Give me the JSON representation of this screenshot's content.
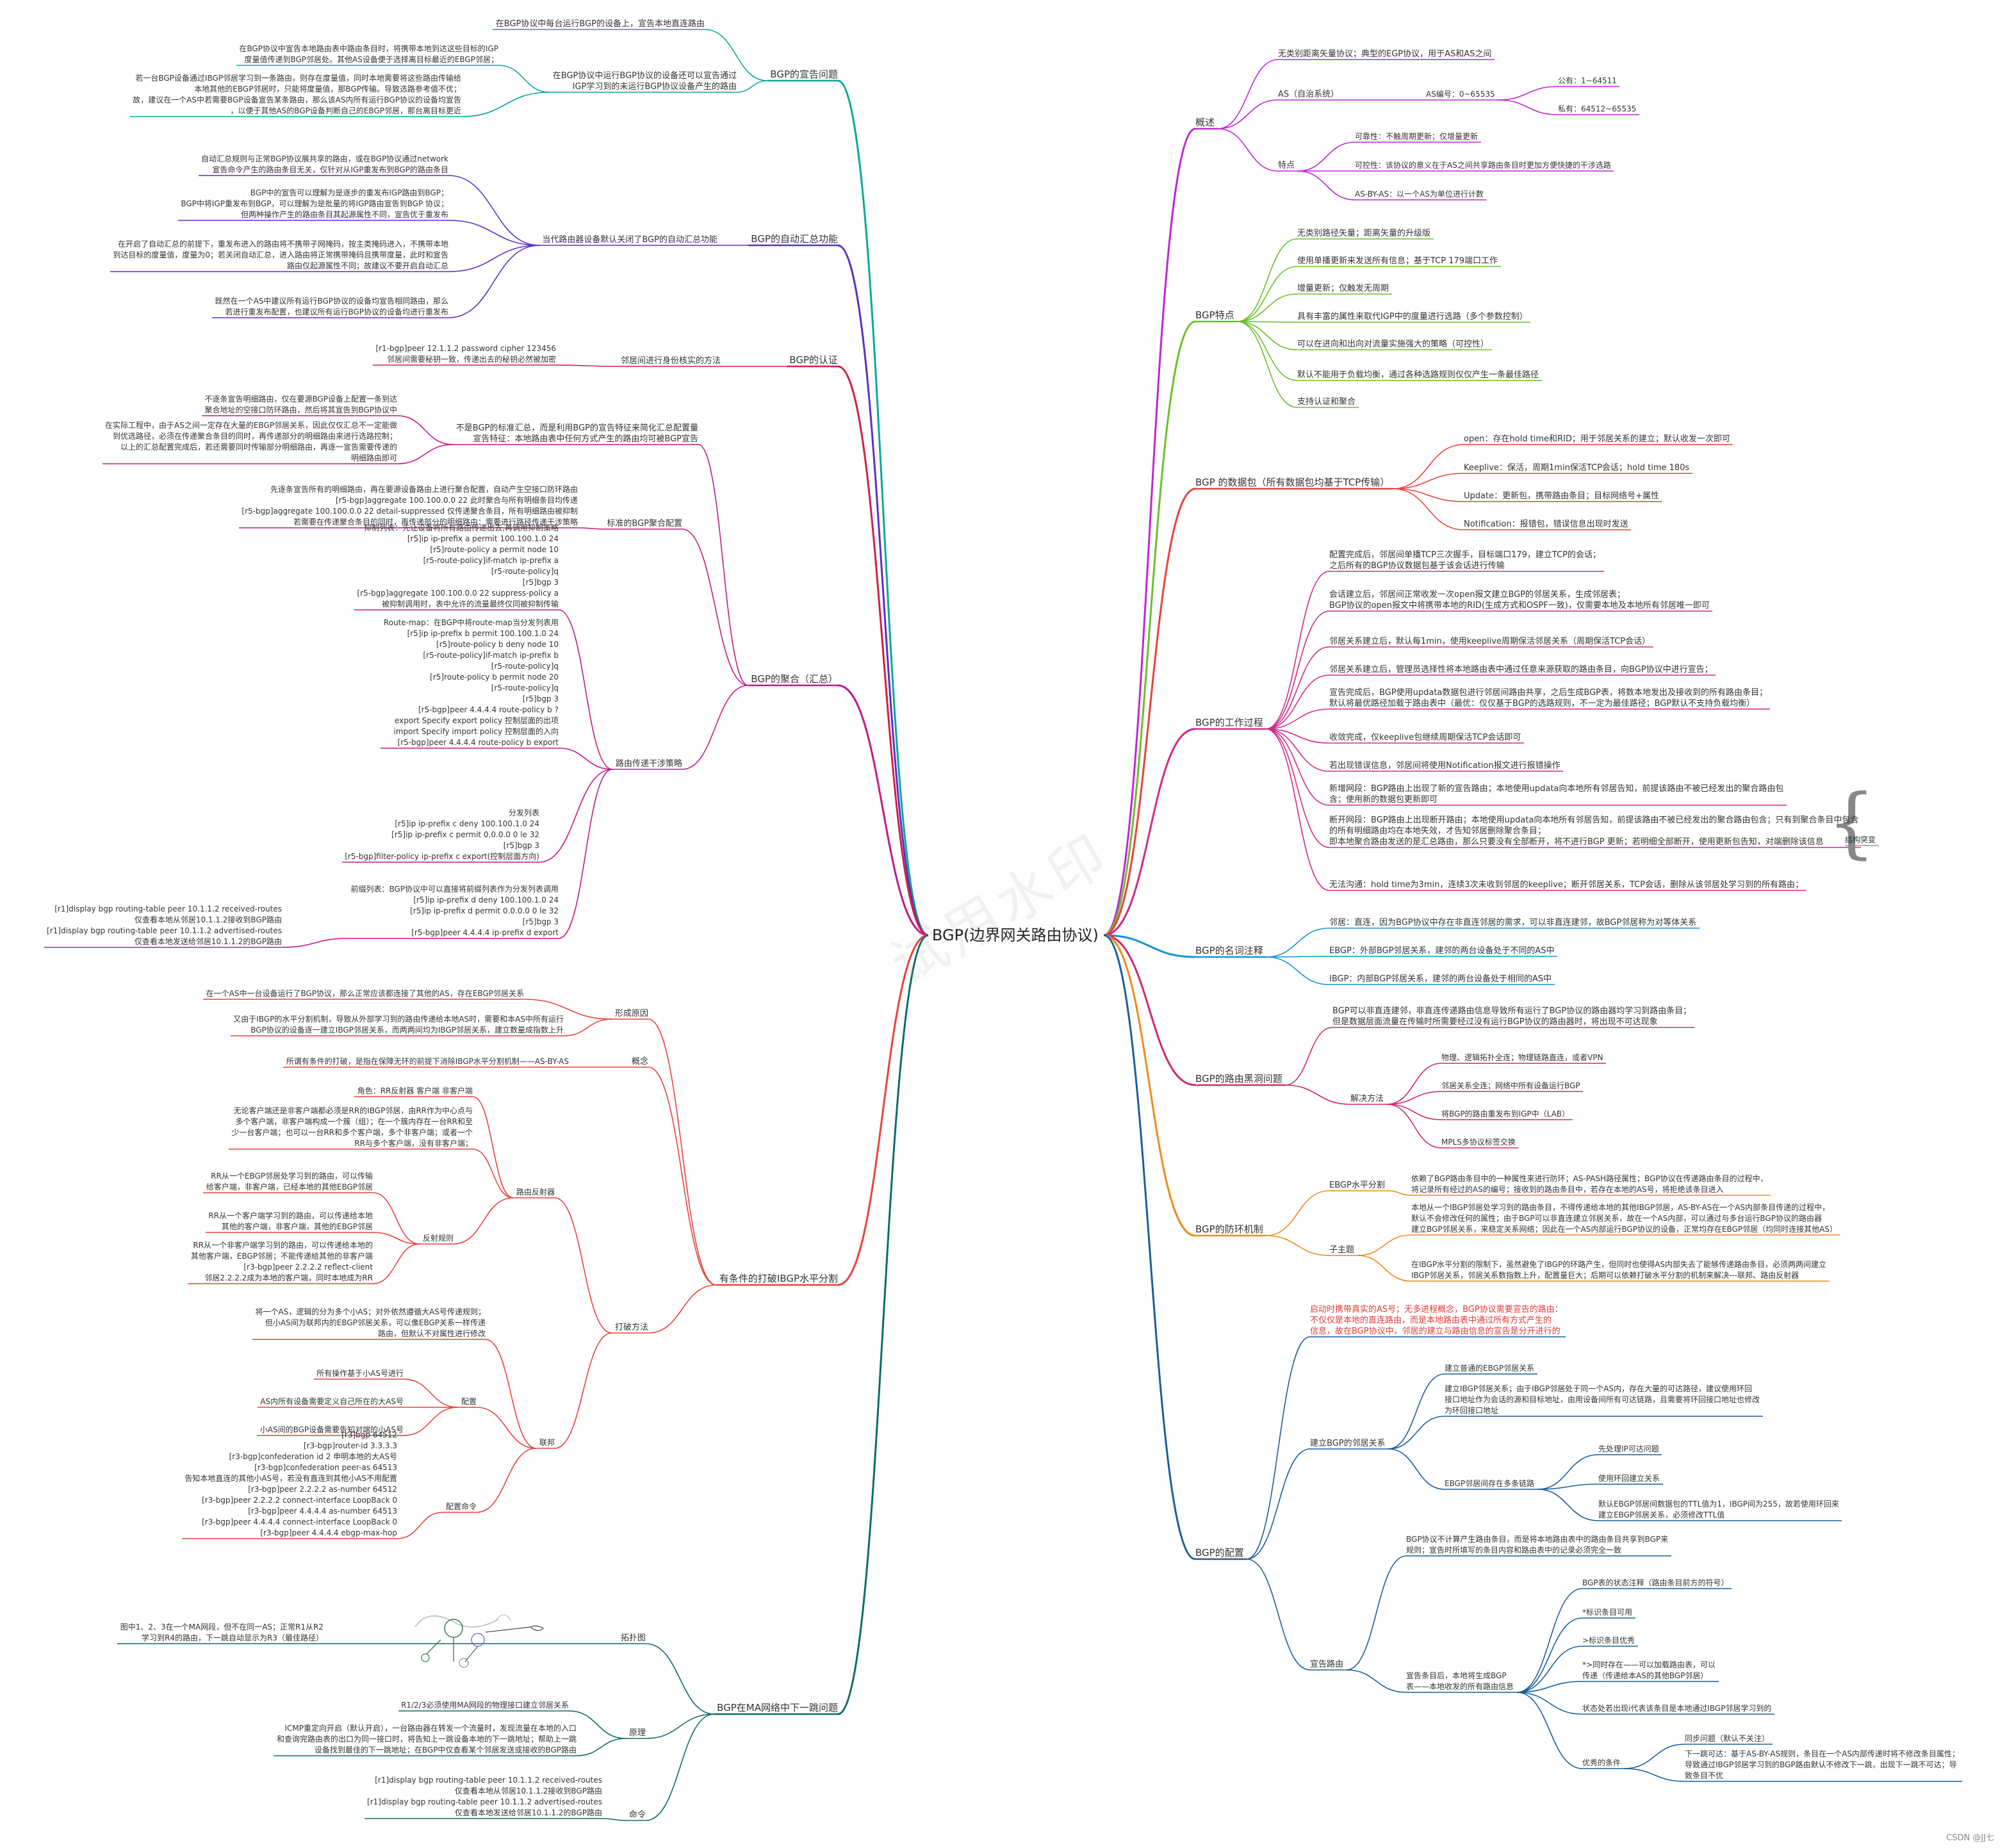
{
  "watermark": "试用水印",
  "footer": "CSDN @JJ七",
  "root": {
    "id": "root",
    "text": "BGP(边界网关路由协议)",
    "color": "#222222"
  },
  "branches": [
    {
      "id": "r1",
      "side": "right",
      "color": "#c026d3",
      "text": "概述",
      "children": [
        {
          "id": "r1a",
          "text": "无类别距离矢量协议；典型的EGP协议，用于AS和AS之间"
        },
        {
          "id": "r1b",
          "text": "AS（自治系统）",
          "children": [
            {
              "id": "r1b1",
              "text": "AS编号：0~65535",
              "children": [
                {
                  "id": "r1b1a",
                  "text": "公有：1~64511"
                },
                {
                  "id": "r1b1b",
                  "text": "私有：64512~65535"
                }
              ]
            }
          ]
        },
        {
          "id": "r1c",
          "text": "特点",
          "children": [
            {
              "id": "r1c1",
              "text": "可靠性：不触周期更新；仅增量更新"
            },
            {
              "id": "r1c2",
              "text": "可控性：该协议的意义在于AS之间共享路由条目时更加方便快捷的干涉选路"
            },
            {
              "id": "r1c3",
              "text": "AS-BY-AS：以一个AS为单位进行计数"
            }
          ]
        }
      ]
    },
    {
      "id": "r2",
      "side": "right",
      "color": "#6bbf2a",
      "text": "BGP特点",
      "children": [
        {
          "id": "r2a",
          "text": "无类别路径矢量；距离矢量的升级版"
        },
        {
          "id": "r2b",
          "text": "使用单播更新来发送所有信息；基于TCP   179端口工作"
        },
        {
          "id": "r2c",
          "text": "增量更新；仅触发无周期"
        },
        {
          "id": "r2d",
          "text": "具有丰富的属性来取代IGP中的度量进行选路（多个参数控制）"
        },
        {
          "id": "r2e",
          "text": "可以在进向和出向对流量实施强大的策略（可控性）"
        },
        {
          "id": "r2f",
          "text": "默认不能用于负载均衡，通过各种选路规则仅仅产生一条最佳路径"
        },
        {
          "id": "r2g",
          "text": "支持认证和聚合"
        }
      ]
    },
    {
      "id": "r3",
      "side": "right",
      "color": "#e8423c",
      "text": "BGP 的数据包（所有数据包均基于TCP传输）",
      "children": [
        {
          "id": "r3a",
          "text": "open：存在hold time和RID；用于邻居关系的建立；默认收发一次即可"
        },
        {
          "id": "r3b",
          "text": "Keeplive：保活，周期1min保活TCP会话；hold time 180s"
        },
        {
          "id": "r3c",
          "text": "Update：更新包，携带路由条目；目标网络号+属性"
        },
        {
          "id": "r3d",
          "text": "Notification：报错包，错误信息出现时发送"
        }
      ]
    },
    {
      "id": "r4",
      "side": "right",
      "color": "#d12a8b",
      "text": "BGP的工作过程",
      "children": [
        {
          "id": "r4a",
          "text": "配置完成后，邻居间单播TCP三次握手，目标端口179，建立TCP的会话；\n之后所有的BGP协议数据包基于该会话进行传输"
        },
        {
          "id": "r4b",
          "text": "会话建立后，邻居间正常收发一次open报文建立BGP的邻居关系，生成邻居表；\nBGP协议的open报文中将携带本地的RID(生成方式和OSPF一致)，仅需要本地及本地所有邻居唯一即可"
        },
        {
          "id": "r4c",
          "text": "邻居关系建立后，默认每1min，使用keeplive周期保活邻居关系（周期保活TCP会话）"
        },
        {
          "id": "r4d",
          "text": "邻居关系建立后，管理员选择性将本地路由表中通过任意来源获取的路由条目，向BGP协议中进行宣告；"
        },
        {
          "id": "r4e",
          "text": "宣告完成后，BGP使用updata数据包进行邻居间路由共享，之后生成BGP表，将数本地发出及接收到的所有路由条目；\n默认将最优路径加载于路由表中（最优：仅仅基于BGP的选路规则，不一定为最佳路径；BGP默认不支持负载均衡）"
        },
        {
          "id": "r4f",
          "text": "收敛完成，仅keeplive包继续周期保活TCP会话即可"
        },
        {
          "id": "r4g",
          "text": "若出现错误信息，邻居间将使用Notification报文进行报错操作"
        },
        {
          "id": "r4h",
          "text": "新增网段：BGP路由上出现了新的宣告路由；本地使用updata向本地所有邻居告知，前提该路由不被已经发出的聚合路由包含；使用新的数据包更新即可"
        },
        {
          "id": "r4i",
          "text": "断开网段：BGP路由上出现断开路由；本地使用updata向本地所有邻居告知，前提该路由不被已经发出的聚合路由包含；只有到聚合条目中包含的所有明细路由均在本地失效，才告知邻居删除聚合条目；\n即本地聚合路由发送的是汇总路由，那么只要没有全部断开，将不进行BGP 更新；若明细全部断开，使用更新包告知，对端删除该信息"
        },
        {
          "id": "r4j",
          "text": "无法沟通：hold time为3min，连续3次未收到邻居的keeplive；断开邻居关系，TCP会话，删除从该邻居处学习到的所有路由；"
        }
      ],
      "annotation": {
        "id": "r4k",
        "text": "结构突变"
      }
    },
    {
      "id": "r5",
      "side": "right",
      "color": "#1493d6",
      "text": "BGP的名词注释",
      "children": [
        {
          "id": "r5a",
          "text": "邻居：直连，因为BGP协议中存在非直连邻居的需求，可以非直连建邻，故BGP邻居称为对等体关系"
        },
        {
          "id": "r5b",
          "text": "EBGP：外部BGP邻居关系，建邻的两台设备处于不同的AS中"
        },
        {
          "id": "r5c",
          "text": "IBGP：内部BGP邻居关系，建邻的两台设备处于相同的AS中"
        }
      ]
    },
    {
      "id": "r6",
      "side": "right",
      "color": "#d12a6b",
      "text": "BGP的路由黑洞问题",
      "children": [
        {
          "id": "r6a",
          "text": "BGP可以非直连建邻，非直连传递路由信息导致所有运行了BGP协议的路由器均学习到路由条目；\n但是数据层面流量在传输时所需要经过没有运行BGP协议的路由器时，将出现不可达现象"
        },
        {
          "id": "r6b",
          "text": "解决方法",
          "children": [
            {
              "id": "r6b1",
              "text": "物理、逻辑拓扑全连；物理链路直连，或者VPN"
            },
            {
              "id": "r6b2",
              "text": "邻居关系全连；网络中所有设备运行BGP"
            },
            {
              "id": "r6b3",
              "text": "将BGP的路由重发布到IGP中（LAB）"
            },
            {
              "id": "r6b4",
              "text": "MPLS多协议标签交换"
            }
          ]
        }
      ]
    },
    {
      "id": "r7",
      "side": "right",
      "color": "#f08a1d",
      "text": "BGP的防环机制",
      "children": [
        {
          "id": "r7a",
          "text": "EBGP水平分割",
          "children": [
            {
              "id": "r7a1",
              "text": "依赖了BGP路由条目中的一种属性来进行防环；AS-PASH路径属性；BGP协议在传递路由条目的过程中，\n将记录所有经过的AS的编号；接收到的路由条目中，若存在本地的AS号，将拒绝该条目进入"
            }
          ]
        },
        {
          "id": "r7b",
          "text": "子主题",
          "children": [
            {
              "id": "r7b1",
              "text": "本地从一个IBGP邻居处学习到的路由条目，不得传递给本地的其他IBGP邻居，AS-BY-AS在一个AS内部条目传递的过程中，\n默认不会修改任何的属性；由于BGP可以非直连建立邻居关系，故在一个AS内部，可以通过与多台运行BGP协议的路由器\n建立BGP邻居关系，来稳定关系网络；因此在一个AS内部运行BGP协议的设备，正常均存在EBGP邻居（均同时连接其他AS）"
            },
            {
              "id": "r7b2",
              "text": "在IBGP水平分割的限制下，虽然避免了IBGP的环路产生，但同时也使得AS内部失去了能够传递路由条目，必须两两间建立\nIBGP邻居关系，邻居关系数指数上升，配置量巨大；后期可以依赖打破水平分割的机制来解决---联邦、路由反射器"
            }
          ]
        }
      ]
    },
    {
      "id": "r8",
      "side": "right",
      "color": "#1a5e9c",
      "text": "BGP的配置",
      "children": [
        {
          "id": "r8a",
          "red": true,
          "text": "启动时携带真实的AS号；无多进程概念，BGP协议需要宣告的路由：\n不仅仅是本地的直连路由，而是本地路由表中通过所有方式产生的\n信息，故在BGP协议中，邻居的建立与路由信息的宣告是分开进行的"
        },
        {
          "id": "r8b",
          "text": "建立BGP的邻居关系",
          "children": [
            {
              "id": "r8b1",
              "text": "建立普通的EBGP邻居关系"
            },
            {
              "id": "r8b2",
              "text": "建立IBGP邻居关系；由于IBGP邻居处于同一个AS内，存在大量的可达路径，建议使用环回\n接口地址作为会话的源和目标地址，由用设备间所有可达链路，且需要将环回接口地址也修改\n为环回接口地址"
            },
            {
              "id": "r8b3",
              "text": "EBGP邻居间存在多条链路",
              "children": [
                {
                  "id": "r8b3a",
                  "text": "先处理IP可达问题"
                },
                {
                  "id": "r8b3b",
                  "text": "使用环回建立关系"
                },
                {
                  "id": "r8b3c",
                  "text": "默认EBGP邻居间数据包的TTL值为1，IBGP间为255，故若使用环回来\n建立EBGP邻居关系，必须修改TTL值"
                }
              ]
            }
          ]
        },
        {
          "id": "r8c",
          "text": "宣告路由",
          "children": [
            {
              "id": "r8c1",
              "text": "BGP协议不计算产生路由条目，而是将本地路由表中的路由条目共享到BGP来\n规则；宣告时所填写的条目内容和路由表中的记录必须完全一致"
            },
            {
              "id": "r8c2",
              "text": "宣告条目后，本地将生成BGP\n表——本地收发的所有路由信息",
              "children": [
                {
                  "id": "r8c2a",
                  "text": "BGP表的状态注释（路由条目前方的符号）"
                },
                {
                  "id": "r8c2b",
                  "text": "*标识条目可用"
                },
                {
                  "id": "r8c2c",
                  "text": ">标识条目优秀"
                },
                {
                  "id": "r8c2d",
                  "text": "*>同时存在——可以加载路由表，可以\n传递（传递给本AS的其他BGP邻居）"
                },
                {
                  "id": "r8c2e",
                  "text": "状态处若出现i代表该条目是本地通过IBGP邻居学习到的"
                },
                {
                  "id": "r8c2f",
                  "text": "优秀的条件",
                  "children": [
                    {
                      "id": "r8c2f1",
                      "text": "同步问题（默认不关注）"
                    },
                    {
                      "id": "r8c2f2",
                      "text": "下一跳可达：基于AS-BY-AS规则，条目在一个AS内部传递时将不修改条目属性；\n导致通过IBGP邻居学习到的BGP路由默认不修改下一跳，出现下一跳不可达；导\n致条目不优"
                    }
                  ]
                }
              ]
            }
          ]
        }
      ]
    },
    {
      "id": "l1",
      "side": "left",
      "color": "#0aa89a",
      "text": "BGP的宣告问题",
      "children": [
        {
          "id": "l1a",
          "text": "在BGP协议中每台运行BGP的设备上，宣告本地直连路由"
        },
        {
          "id": "l1b",
          "text": "在BGP协议中运行BGP协议的设备还可以宣告通过\nIGP学习到的未运行BGP协议设备产生的路由",
          "children": [
            {
              "id": "l1b1",
              "text": "在BGP协议中宣告本地路由表中路由条目时，将携带本地到达这些目标的IGP\n度量值传递到BGP邻居处。其他AS设备便于选择离目标最近的EBGP邻居；"
            },
            {
              "id": "l1b2",
              "text": "若一台BGP设备通过IBGP邻居学习到一条路由，则存在度量值，同时本地需要将这些路由传输给\n本地其他的EBGP邻居时，只能将度量值，那BGP传输。导致选路参考值不优；\n故，建议在一个AS中若需要BGP设备宣告某条路由，那么该AS内所有运行BGP协议的设备均宣告\n，以便于其他AS的BGP设备判断自己的EBGP邻居，那台离目标更近"
            }
          ]
        }
      ]
    },
    {
      "id": "l2",
      "side": "left",
      "color": "#5b2fc9",
      "text": "BGP的自动汇总功能",
      "children": [
        {
          "id": "l2a",
          "text": "当代路由器设备默认关闭了BGP的自动汇总功能",
          "children": [
            {
              "id": "l2a1",
              "text": "自动汇总规则与正常BGP协议展共享的路由，或在BGP协议通过network\n宣告命令产生的路由条目无关，仅针对从IGP重发布到BGP的路由条目"
            },
            {
              "id": "l2a2",
              "text": "BGP中的宣告可以理解为是逐步的重发布IGP路由到BGP；\nBGP中将IGP重发布到BGP，可以理解为是批量的将IGP路由宣告到BGP 协议；\n但两种操作产生的路由条目其起源属性不同，宣告优于重发布"
            },
            {
              "id": "l2a3",
              "text": "在开启了自动汇总的前提下，重发布进入的路由将不携带子网掩码，按主类掩码进入，不携带本地\n到达目标的度量值，度量为0；若关闭自动汇总，进入路由将正常携带掩码且携带度量，此时和宣告\n路由仅起源属性不同；故建议不要开启自动汇总"
            },
            {
              "id": "l2a4",
              "text": "既然在一个AS中建议所有运行BGP协议的设备均宣告相同路由，那么\n若进行重发布配置，也建议所有运行BGP协议的设备均进行重发布"
            }
          ]
        }
      ]
    },
    {
      "id": "l3",
      "side": "left",
      "color": "#d11e4a",
      "text": "BGP的认证",
      "children": [
        {
          "id": "l3a",
          "text": "邻居间进行身份核实的方法",
          "children": [
            {
              "id": "l3a1",
              "text": "[r1-bgp]peer  12.1.1.2 password cipher 123456\n邻居间需要秘钥一致，传递出去的秘钥必然被加密"
            }
          ]
        }
      ]
    },
    {
      "id": "l4",
      "side": "left",
      "color": "#c2188a",
      "text": "BGP的聚合（汇总）",
      "children": [
        {
          "id": "l4a",
          "text": "不是BGP的标准汇总，而是利用BGP的宣告特征来简化汇总配置量\n宣告特征：本地路由表中任何方式产生的路由均可被BGP宣告",
          "children": [
            {
              "id": "l4a1",
              "text": "不逐条宣告明细路由，仅在要源BGP设备上配置一条到达\n聚合地址的空接口防环路由，然后将其宣告到BGP协议中"
            },
            {
              "id": "l4a2",
              "text": "在实际工程中，由于AS之间一定存在大量的EBGP邻居关系，因此仅仅汇总不一定能做\n到优选路径，必须在传递聚合条目的同时，再传递部分的明细路由来进行选路控制；\n以上的汇总配置完成后，若还需要同时传输部分明细路由，再逐一宣告需要传递的\n明细路由即可"
            }
          ]
        },
        {
          "id": "l4b",
          "text": "标准的BGP聚合配置",
          "children": [
            {
              "id": "l4b1",
              "text": "先逐条宣告所有的明细路由，再在要源设备路由上进行聚合配置，自动产生空接口防环路由\n[r5-bgp]aggregate 100.100.0.0 22   此时聚合与所有明细条目均传递\n[r5-bgp]aggregate 100.100.0.0 22 detail-suppressed 仅传递聚合条目，所有明细路由被抑制\n若需要在传递聚合条目的同时，再传递部分的明细路由：需要进行路径传递干涉策略"
            }
          ]
        },
        {
          "id": "l4c",
          "text": "路由传递干涉策略",
          "children": [
            {
              "id": "l4c1",
              "text": "抑制列表：先让设备将所有路由传递出去,再调用抑制策略\n[r5]ip ip-prefix a permit 100.100.1.0 24\n[r5]route-policy a permit node 10\n[r5-route-policy]if-match ip-prefix a\n[r5-route-policy]q\n[r5]bgp 3\n[r5-bgp]aggregate 100.100.0.0 22 suppress-policy a\n被抑制调用时，表中允许的流量最终仅同被抑制传输"
            },
            {
              "id": "l4c2",
              "text": "Route-map：在BGP中将route-map当分发列表用\n[r5]ip ip-prefix b permit 100.100.1.0 24\n[r5]route-policy b deny node 10\n[r5-route-policy]if-match ip-prefix b\n[r5-route-policy]q\n[r5]route-policy b permit node 20\n[r5-route-policy]q\n[r5]bgp 3\n[r5-bgp]peer 4.4.4.4 route-policy b ?\n  export  Specify export policy  控制层面的出项\n  import  Specify import policy  控制层面的入向\n[r5-bgp]peer 4.4.4.4 route-policy b export"
            },
            {
              "id": "l4c3",
              "text": "分发列表\n[r5]ip ip-prefix c deny 100.100.1.0 24\n[r5]ip ip-prefix c permit 0.0.0.0 0 le 32\n[r5]bgp 3\n[r5-bgp]filter-policy ip-prefix c export(控制层面方向)"
            },
            {
              "id": "l4c4",
              "text": "前缀列表：BGP协议中可以直接将前缀列表作为分发列表调用\n[r5]ip ip-prefix d deny 100.100.1.0 24\n[r5]ip ip-prefix d permit 0.0.0.0 0 le 32\n[r5]bgp 3\n[r5-bgp]peer  4.4.4.4 ip-prefix d export",
              "children": [
                {
                  "id": "l4c4a",
                  "text": "[r1]display  bgp routing-table peer 10.1.1.2 received-routes\n仅查看本地从邻居10.1.1.2接收到BGP路由\n[r1]display  bgp routing-table peer 10.1.1.2 advertised-routes\n仅查看本地发送给邻居10.1.1.2的BGP路由"
                }
              ]
            }
          ]
        }
      ]
    },
    {
      "id": "l5",
      "side": "left",
      "color": "#e8423c",
      "text": "有条件的打破IBGP水平分割",
      "children": [
        {
          "id": "l5a",
          "text": "形成原因",
          "children": [
            {
              "id": "l5a1",
              "text": "在一个AS中一台设备运行了BGP协议，那么正常应该都连接了其他的AS，存在EBGP邻居关系"
            },
            {
              "id": "l5a2",
              "text": "又由于IBGP的水平分割机制，导致从外部学习到的路由传递给本地AS时，需要和本AS中所有运行\nBGP协议的设备逐一建立IBGP邻居关系，而两两间均为IBGP邻居关系，建立数量成指数上升"
            }
          ]
        },
        {
          "id": "l5b",
          "text": "概念",
          "children": [
            {
              "id": "l5b1",
              "text": "所谓有条件的打破，是指在保障无环的前提下消除IBGP水平分割机制——AS-BY-AS"
            }
          ]
        },
        {
          "id": "l5c",
          "text": "打破方法",
          "children": [
            {
              "id": "l5c1",
              "text": "路由反射器",
              "children": [
                {
                  "id": "l5c1a",
                  "text": "角色：RR反射器  客户端  非客户端"
                },
                {
                  "id": "l5c1b",
                  "text": "无论客户端还是非客户端都必须是RR的IBGP邻居，由RR作为中心点与\n多个客户端，非客户端构成一个簇（组）；在一个簇内存在一台RR和至\n少一台客户端；也可以一台RR和多个客户端，多个非客户端；或者一个\nRR与多个客户端，没有非客户端；"
                },
                {
                  "id": "l5c1c",
                  "text": "反射规则",
                  "children": [
                    {
                      "id": "l5c1c1",
                      "text": "RR从一个EBGP邻居处学习到的路由，可以传输\n给客户端，非客户端，已经本地的其他EBGP邻居"
                    },
                    {
                      "id": "l5c1c2",
                      "text": "RR从一个客户端学习到的路由，可以传递给本地\n其他的客户端，非客户端，其他的EBGP邻居"
                    },
                    {
                      "id": "l5c1c3",
                      "text": "RR从一个非客户端学习到的路由，可以传递给本地的\n其他客户端，EBGP邻居；不能传递给其他的非客户端\n[r3-bgp]peer 2.2.2.2 reflect-client\n邻居2.2.2.2成为本地的客户端，同时本地成为RR"
                    }
                  ]
                }
              ]
            },
            {
              "id": "l5c2",
              "text": "联邦",
              "children": [
                {
                  "id": "l5c2a",
                  "text": "将一个AS，逻辑的分为多个小AS；对外依然遵循大AS号传递规则；\n但小AS间为联邦内的EBGP邻居关系，可以像EBGP关系一样传递\n路由，但默认不对属性进行修改"
                },
                {
                  "id": "l5c2b",
                  "text": "配置",
                  "children": [
                    {
                      "id": "l5c2b1",
                      "text": "所有操作基于小AS号进行"
                    },
                    {
                      "id": "l5c2b2",
                      "text": "AS内所有设备需要定义自己所在的大AS号"
                    },
                    {
                      "id": "l5c2b3",
                      "text": "小AS间的BGP设备需要告知对端的小AS号"
                    }
                  ]
                },
                {
                  "id": "l5c2c",
                  "text": "配置命令",
                  "children": [
                    {
                      "id": "l5c2c1",
                      "text": "[r3]bgp 64512\n[r3-bgp]router-id 3.3.3.3\n[r3-bgp]confederation id 2   申明本地的大AS号\n[r3-bgp]confederation peer-as 64513\n告知本地直连的其他小AS号，若没有直连到其他小AS不用配置\n[r3-bgp]peer  2.2.2.2 as-number 64512\n[r3-bgp]peer  2.2.2.2 connect-interface LoopBack 0\n[r3-bgp]peer  4.4.4.4 as-number 64513\n[r3-bgp]peer  4.4.4.4 connect-interface LoopBack 0\n[r3-bgp]peer  4.4.4.4 ebgp-max-hop"
                    }
                  ]
                }
              ]
            }
          ]
        }
      ]
    },
    {
      "id": "l6",
      "side": "left",
      "color": "#0f6b6b",
      "text": "BGP在MA网络中下一跳问题",
      "children": [
        {
          "id": "l6a",
          "text": "拓扑图",
          "children": [
            {
              "id": "l6a1",
              "text": "图中1、2、3在一个MA网段，但不在同一AS；正常R1从R2\n学习到R4的路由，下一跳自动显示为R3（最佳路径）"
            }
          ]
        },
        {
          "id": "l6b",
          "text": "原理",
          "children": [
            {
              "id": "l6b1",
              "text": "R1/2/3必须使用MA网段的物理接口建立邻居关系"
            },
            {
              "id": "l6b2",
              "text": "ICMP重定向开启（默认开启），一台路由器在转发一个流量时，发现流量在本地的入口\n和查询完路由表的出口为同一接口时，将告知上一跳设备本地的下一跳地址；帮助上一跳\n设备找到最佳的下一跳地址；在BGP中仅查看某个邻居发送或接收的BGP路由"
            }
          ]
        },
        {
          "id": "l6c",
          "text": "命令",
          "children": [
            {
              "id": "l6c1",
              "text": "[r1]display  bgp routing-table peer 10.1.1.2 received-routes\n仅查看本地从邻居10.1.1.2接收到BGP路由\n[r1]display  bgp routing-table peer 10.1.1.2 advertised-routes\n仅查看本地发送给邻居10.1.1.2的BGP路由"
            }
          ]
        }
      ]
    }
  ]
}
